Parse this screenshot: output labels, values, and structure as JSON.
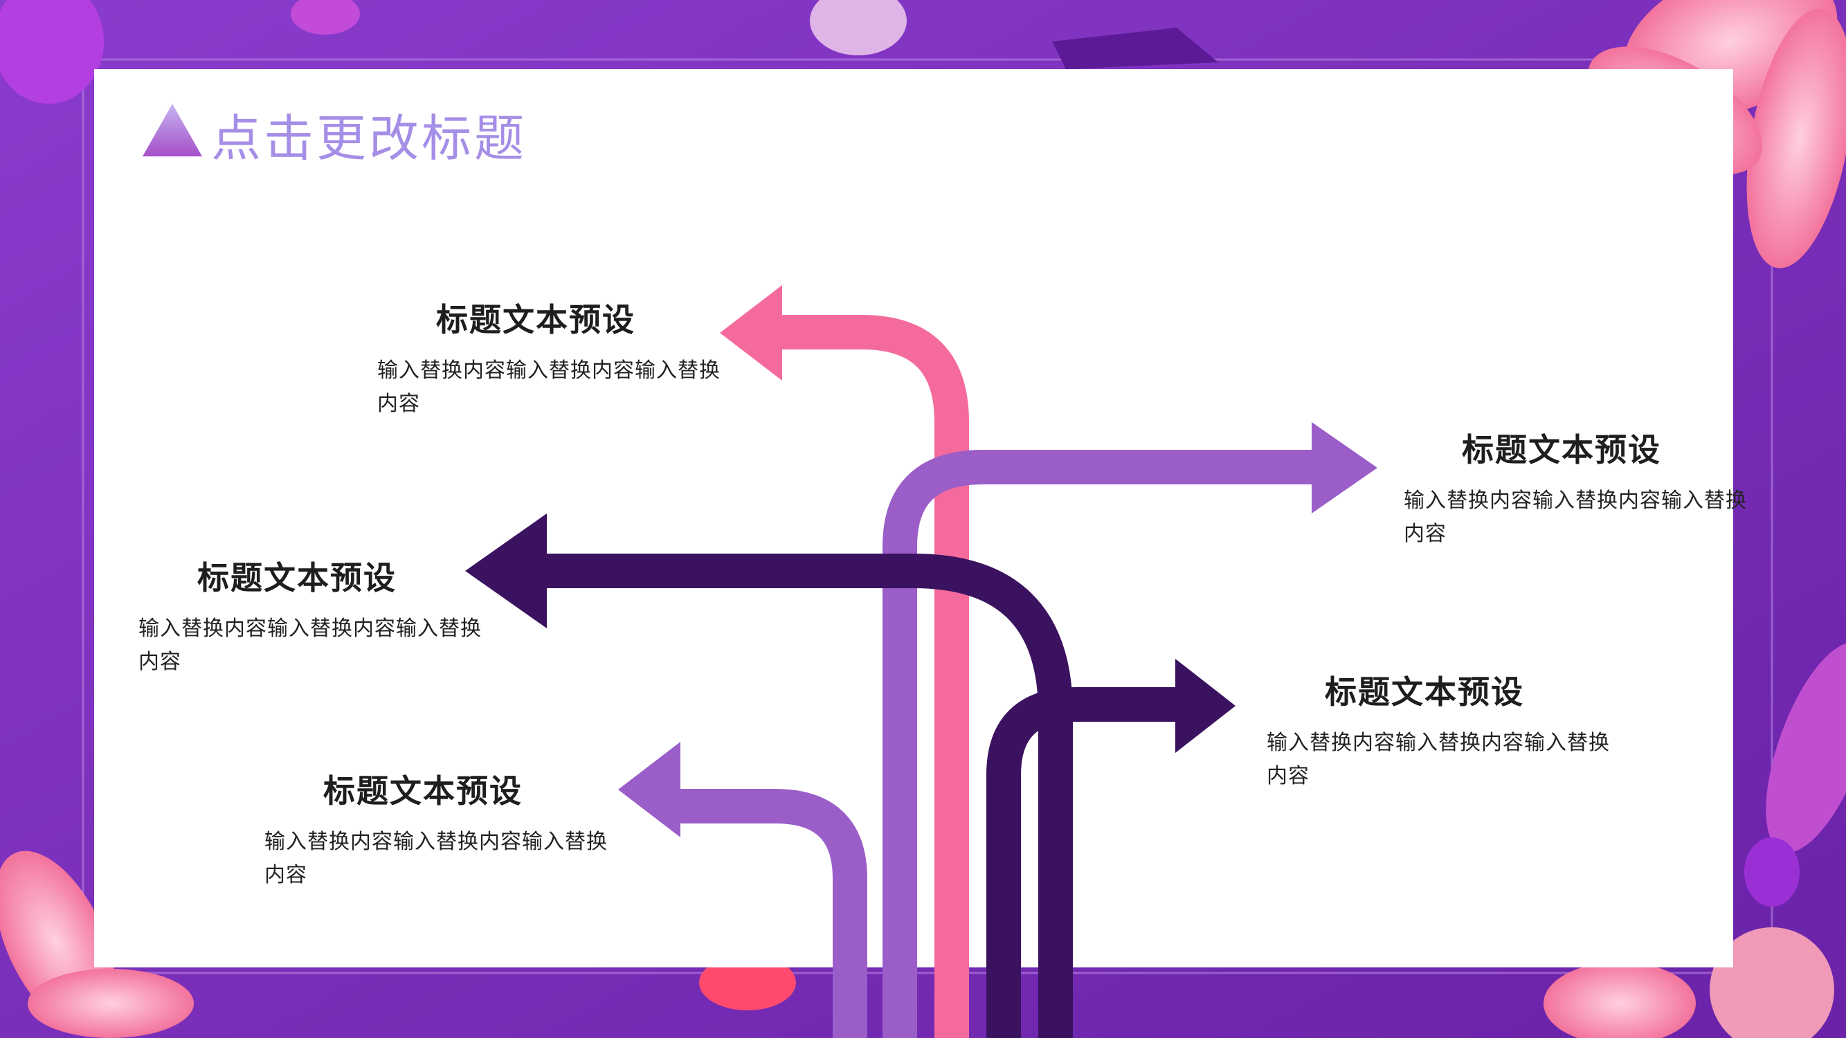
{
  "page": {
    "title": "点击更改标题",
    "title_color": "#a58ee6"
  },
  "colors": {
    "background": "#7a2fb8",
    "panel": "#ffffff",
    "pink_arrow": "#f56a9c",
    "light_purple_arrow": "#9b5ec9",
    "dark_purple_arrow": "#3b1260",
    "flower_pink": "#f0608f"
  },
  "blocks": [
    {
      "heading": "标题文本预设",
      "body": "输入替换内容输入替换内容输入替换内容"
    },
    {
      "heading": "标题文本预设",
      "body": "输入替换内容输入替换内容输入替换内容"
    },
    {
      "heading": "标题文本预设",
      "body": "输入替换内容输入替换内容输入替换内容"
    },
    {
      "heading": "标题文本预设",
      "body": "输入替换内容输入替换内容输入替换内容"
    },
    {
      "heading": "标题文本预设",
      "body": "输入替换内容输入替换内容输入替换内容"
    }
  ],
  "icons": [
    "triangle-icon",
    "flower-decoration",
    "leaf-decoration"
  ]
}
